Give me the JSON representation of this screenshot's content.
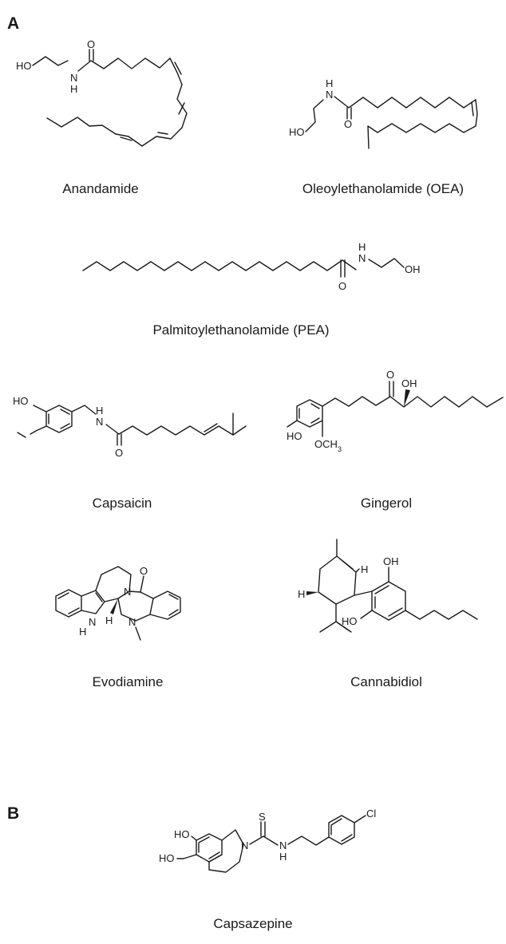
{
  "panels": {
    "a": "A",
    "b": "B"
  },
  "molecules": {
    "anandamide": {
      "name": "Anandamide",
      "atoms": {
        "ho": "HO",
        "o": "O",
        "n": "N",
        "h": "H"
      }
    },
    "oea": {
      "name": "Oleoylethanolamide (OEA)",
      "atoms": {
        "h": "H",
        "n": "N",
        "ho": "HO",
        "o": "O"
      }
    },
    "pea": {
      "name": "Palmitoylethanolamide (PEA)",
      "atoms": {
        "h": "H",
        "n": "N",
        "oh": "OH",
        "o": "O"
      }
    },
    "capsaicin": {
      "name": "Capsaicin",
      "atoms": {
        "ho": "HO",
        "h": "H",
        "n": "N",
        "o": "O"
      }
    },
    "gingerol": {
      "name": "Gingerol",
      "atoms": {
        "o": "O",
        "oh": "OH",
        "ho": "HO",
        "och3": "OCH",
        "sub3": "3"
      }
    },
    "evodiamine": {
      "name": "Evodiamine",
      "atoms": {
        "o": "O",
        "n1": "N",
        "h1": "H",
        "nh_n": "N",
        "nh_h": "H",
        "h2": "H",
        "n2": "N"
      }
    },
    "cannabidiol": {
      "name": "Cannabidiol",
      "atoms": {
        "h1": "H",
        "h2": "H",
        "oh": "OH",
        "ho": "HO"
      }
    },
    "capsazepine": {
      "name": "Capsazepine",
      "atoms": {
        "ho1": "HO",
        "ho2": "HO",
        "n1": "N",
        "s": "S",
        "n2": "N",
        "h": "H",
        "cl": "Cl"
      }
    }
  }
}
